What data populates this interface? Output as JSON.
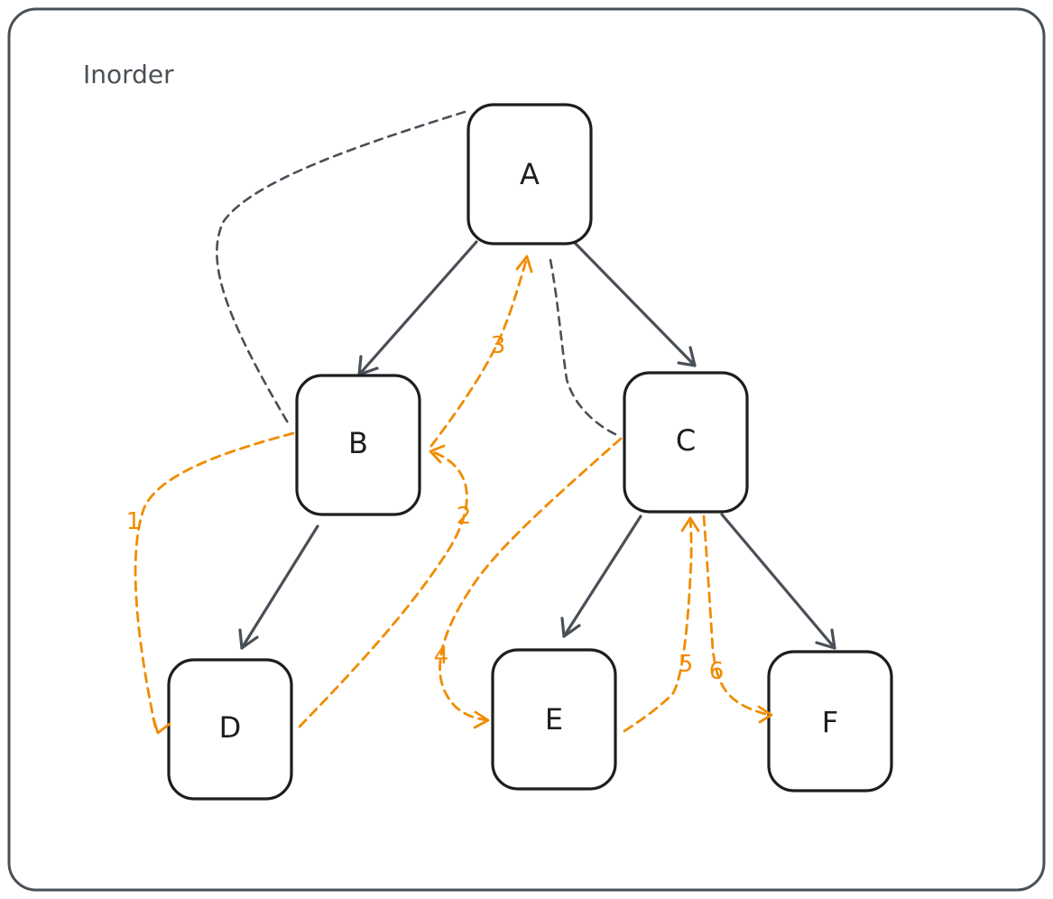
{
  "title": "Inorder",
  "colors": {
    "frame": "#495057",
    "node": "#1e1e1e",
    "traversal": "#f08c00"
  },
  "nodes": [
    {
      "id": "A",
      "label": "A"
    },
    {
      "id": "B",
      "label": "B"
    },
    {
      "id": "C",
      "label": "C"
    },
    {
      "id": "D",
      "label": "D"
    },
    {
      "id": "E",
      "label": "E"
    },
    {
      "id": "F",
      "label": "F"
    }
  ],
  "edges": [
    {
      "from": "A",
      "to": "B"
    },
    {
      "from": "A",
      "to": "C"
    },
    {
      "from": "B",
      "to": "D"
    },
    {
      "from": "C",
      "to": "E"
    },
    {
      "from": "C",
      "to": "F"
    }
  ],
  "steps": [
    {
      "label": "1",
      "from": "B",
      "to": "D"
    },
    {
      "label": "2",
      "from": "D",
      "to": "B"
    },
    {
      "label": "3",
      "from": "B",
      "to": "A"
    },
    {
      "label": "4",
      "from": "C",
      "to": "E"
    },
    {
      "label": "5",
      "from": "E",
      "to": "C"
    },
    {
      "label": "6",
      "from": "C",
      "to": "F"
    }
  ]
}
